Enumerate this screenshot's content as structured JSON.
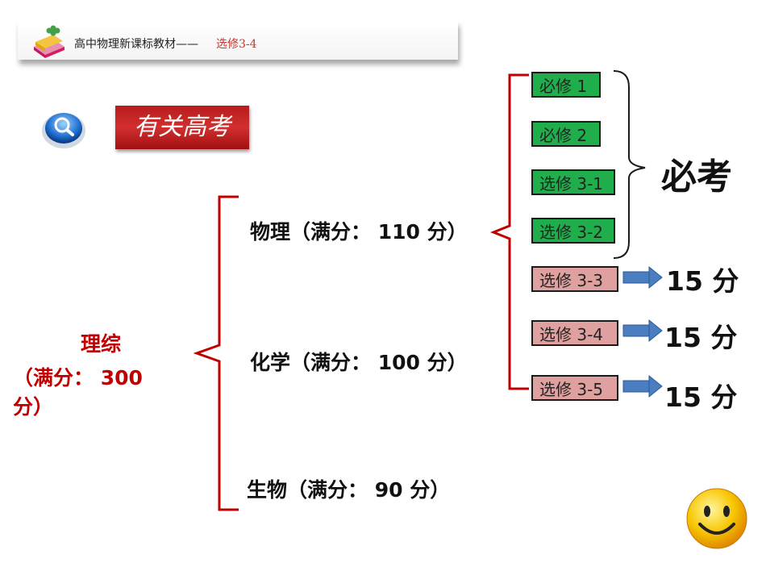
{
  "header": {
    "title": "高中物理新课标教材——",
    "subtitle": "选修3-4"
  },
  "section_label": "有关高考",
  "root": {
    "line1": "理综",
    "line2": "（满分： 300",
    "line3": "分）"
  },
  "subjects": [
    {
      "label": "物理（满分： 110 分）"
    },
    {
      "label": "化学（满分： 100 分）"
    },
    {
      "label": "生物（满分： 90 分）"
    }
  ],
  "modules": [
    {
      "label": "必修 1",
      "status": "required"
    },
    {
      "label": "必修 2",
      "status": "required"
    },
    {
      "label": "选修 3-1",
      "status": "required"
    },
    {
      "label": "选修 3-2",
      "status": "required"
    },
    {
      "label": "选修 3-3",
      "status": "elective",
      "score": "15 分"
    },
    {
      "label": "选修 3-4",
      "status": "elective",
      "score": "15 分"
    },
    {
      "label": "选修 3-5",
      "status": "elective",
      "score": "15 分"
    }
  ],
  "required_label": "必考",
  "colors": {
    "required": "#1fae4b",
    "elective": "#dfa1a0",
    "bracket": "#c00000",
    "arrow": "#4a7ec0"
  }
}
